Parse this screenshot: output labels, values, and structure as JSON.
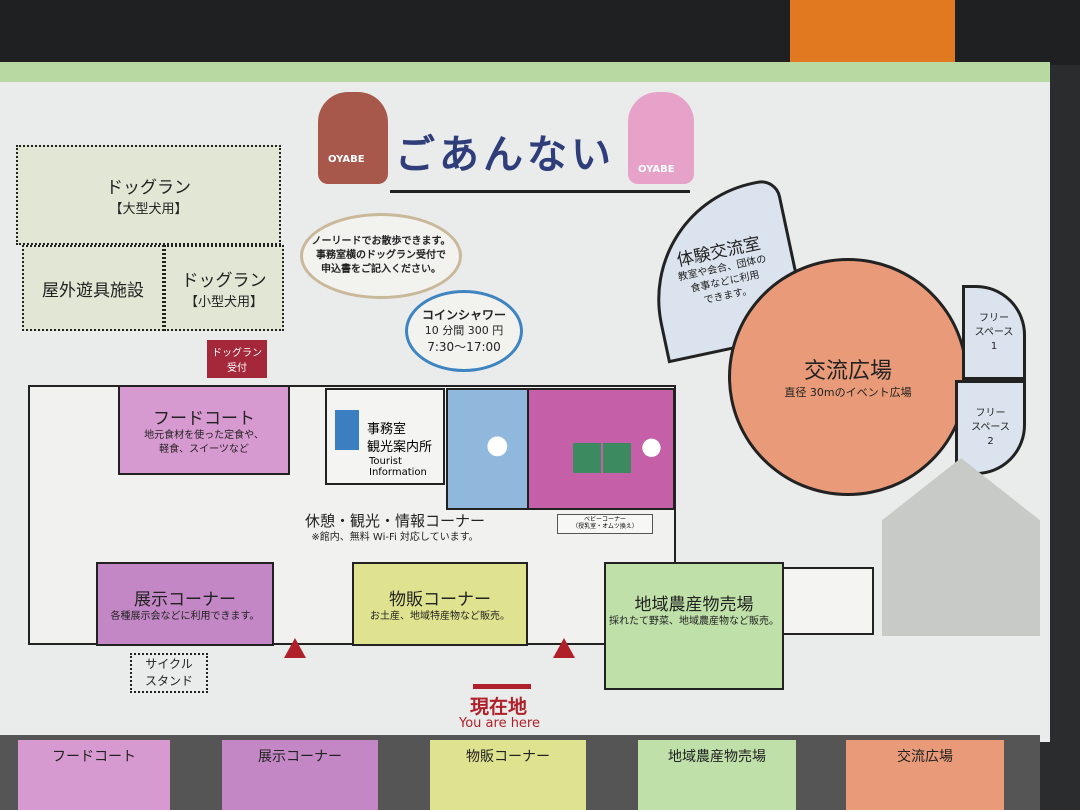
{
  "title": "ごあんない",
  "mascot_label": "OYABE",
  "dogrun_large": {
    "name": "ドッグラン",
    "sub": "【大型犬用】"
  },
  "dogrun_small": {
    "name": "ドッグラン",
    "sub": "【小型犬用】"
  },
  "playground": "屋外遊具施設",
  "dogrun_bubble": [
    "ノーリードでお散歩できます。",
    "事務室横のドッグラン受付で",
    "申込書をご記入ください。"
  ],
  "shower": {
    "name": "コインシャワー",
    "price": "10 分間 300 円",
    "hours": "7:30〜17:00"
  },
  "dogrun_reception": [
    "ドッグラン",
    "受付"
  ],
  "food_court": {
    "name": "フードコート",
    "desc": [
      "地元食材を使った定食や、",
      "軽食、スイーツなど"
    ]
  },
  "office": {
    "name": "事務室",
    "sub": "観光案内所",
    "en": [
      "Tourist",
      "Information"
    ]
  },
  "baby_corner": [
    "ベビーコーナー",
    "（授乳室・オムツ換え）"
  ],
  "rest": {
    "name": "休憩・観光・情報コーナー",
    "desc": "※館内、無料 Wi-Fi 対応しています。"
  },
  "exhibit": {
    "name": "展示コーナー",
    "desc": "各種展示会などに利用できます。"
  },
  "shop": {
    "name": "物販コーナー",
    "desc": "お土産、地域特産物など販売。"
  },
  "farm": {
    "name": "地域農産物売場",
    "desc": "採れたて野菜、地域農産物など販売。"
  },
  "cycle": [
    "サイクル",
    "スタンド"
  ],
  "here": {
    "ja": "現在地",
    "en": "You are here"
  },
  "experience": {
    "name": "体験交流室",
    "desc": [
      "教室や会合、団体の",
      "食事などに利用",
      "できます。"
    ]
  },
  "plaza": {
    "name": "交流広場",
    "desc": "直径 30mのイベント広場"
  },
  "free1": [
    "フリー",
    "スペース",
    "1"
  ],
  "free2": [
    "フリー",
    "スペース",
    "2"
  ],
  "tabs": [
    "フードコート",
    "展示コーナー",
    "物販コーナー",
    "地域農産物売場",
    "交流広場"
  ],
  "colors": {
    "pink": "#d79ad0",
    "purple": "#c287c4",
    "yellow": "#dfe28e",
    "green": "#bfe0a8",
    "orange": "#e99a78",
    "blue": "#8fb8dc",
    "magenta": "#c45fa8",
    "red": "#b0202a"
  }
}
